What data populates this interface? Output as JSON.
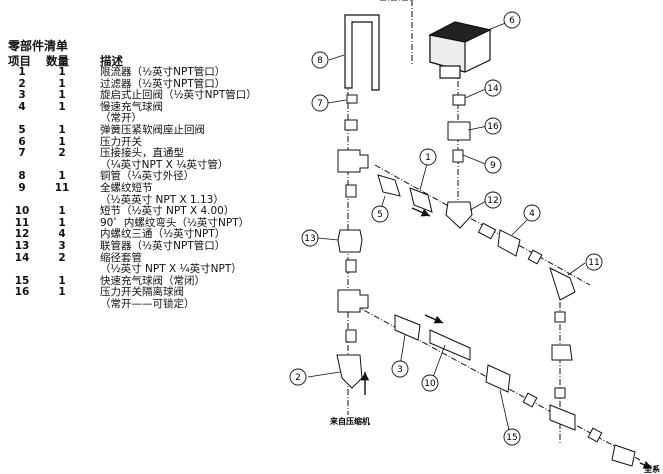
{
  "parts_list": {
    "title": "零部件清单",
    "headers": {
      "item": "项目",
      "qty": "数量",
      "desc": "描述"
    },
    "rows": [
      {
        "item": "1",
        "qty": "1",
        "desc": [
          "限流器（½英寸NPT管口）"
        ]
      },
      {
        "item": "2",
        "qty": "1",
        "desc": [
          "过滤器（½英寸NPT管口）"
        ]
      },
      {
        "item": "3",
        "qty": "1",
        "desc": [
          "旋启式止回阀（½英寸NPT管口）"
        ]
      },
      {
        "item": "4",
        "qty": "1",
        "desc": [
          "慢速充气球阀",
          "（常开）"
        ]
      },
      {
        "item": "5",
        "qty": "1",
        "desc": [
          "弹簧压紧软阀座止回阀"
        ]
      },
      {
        "item": "6",
        "qty": "1",
        "desc": [
          "压力开关"
        ]
      },
      {
        "item": "7",
        "qty": "2",
        "desc": [
          "压接接头，直通型",
          "（¼英寸NPT X ¼英寸管）"
        ]
      },
      {
        "item": "8",
        "qty": "1",
        "desc": [
          "铜管（¼英寸外径）"
        ]
      },
      {
        "item": "9",
        "qty": "11",
        "desc": [
          "全螺纹短节",
          "（½英英寸 NPT X 1.13）"
        ]
      },
      {
        "item": "10",
        "qty": "1",
        "desc": [
          "短节（½英寸 NPT X 4.00）"
        ]
      },
      {
        "item": "11",
        "qty": "1",
        "desc": [
          "90゜内螺纹弯头（½英寸NPT）"
        ]
      },
      {
        "item": "12",
        "qty": "4",
        "desc": [
          "内螺纹三通（½英寸NPT）"
        ]
      },
      {
        "item": "13",
        "qty": "3",
        "desc": [
          "联管器（½英寸NPT管口）"
        ]
      },
      {
        "item": "14",
        "qty": "2",
        "desc": [
          "缩径套管",
          "（½英寸 NPT X ¼英寸NPT）"
        ]
      },
      {
        "item": "15",
        "qty": "1",
        "desc": [
          "快速充气球阀（常闭）"
        ]
      },
      {
        "item": "16",
        "qty": "1",
        "desc": [
          "压力开关隔离球阀",
          "（常开——可锁定）"
        ]
      }
    ]
  },
  "diagram": {
    "callouts": [
      "1",
      "2",
      "3",
      "4",
      "5",
      "6",
      "7",
      "8",
      "9",
      "10",
      "11",
      "12",
      "13",
      "14",
      "15",
      "16"
    ],
    "label_inlet": "来自压缩机",
    "label_outlet": "至系"
  }
}
